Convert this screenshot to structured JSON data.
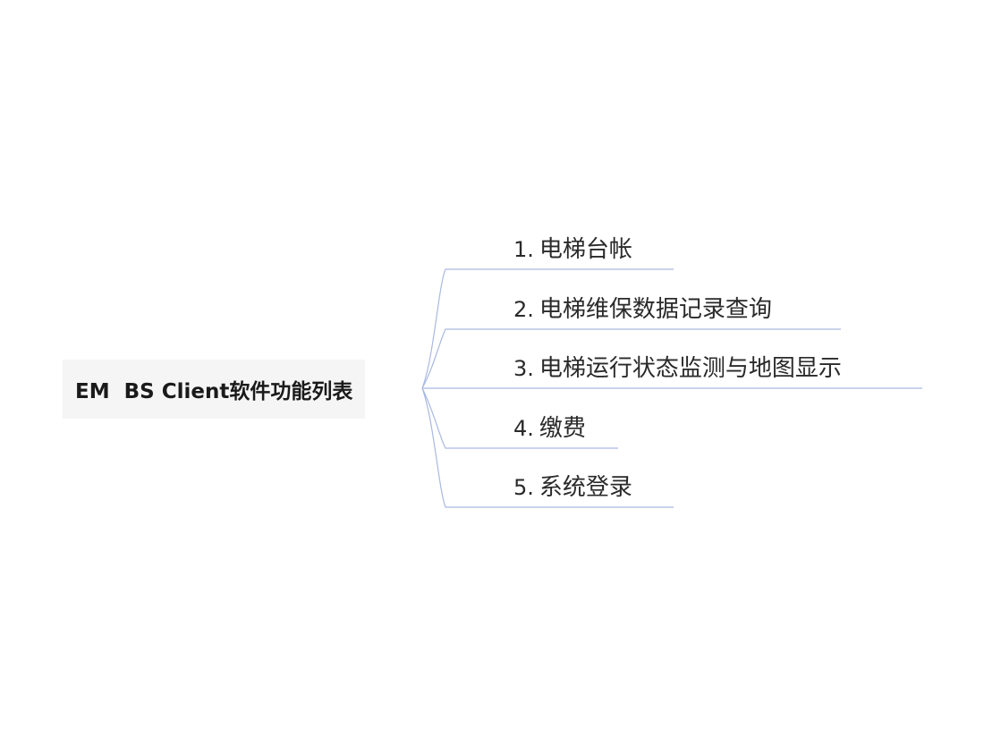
{
  "mindmap": {
    "root": {
      "label": "EM  BS Client软件功能列表"
    },
    "branches": [
      {
        "number": "1.",
        "label": "电梯台帐"
      },
      {
        "number": "2.",
        "label": "电梯维保数据记录查询"
      },
      {
        "number": "3.",
        "label": "电梯运行状态监测与地图显示"
      },
      {
        "number": "4.",
        "label": "缴费"
      },
      {
        "number": "5.",
        "label": "系统登录"
      }
    ],
    "colors": {
      "connector": "#a9b9e0",
      "root_background": "#f5f5f5",
      "text": "#2a2a2a"
    }
  }
}
